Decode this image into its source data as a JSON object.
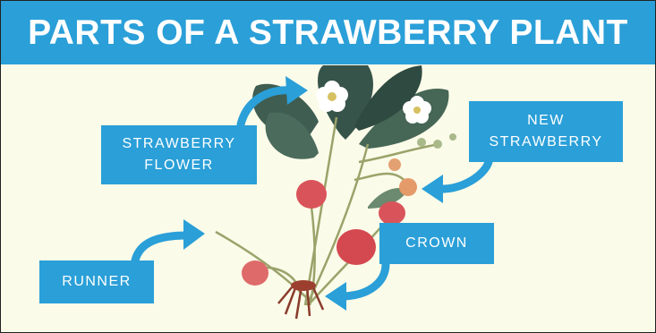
{
  "title": "PARTS OF A STRAWBERRY PLANT",
  "labels": {
    "flower": "STRAWBERRY\nFLOWER",
    "new_strawberry": "NEW\nSTRAWBERRY",
    "crown": "CROWN",
    "runner": "RUNNER"
  },
  "colors": {
    "title_bar": "#2a9fd8",
    "background": "#fbfbe9",
    "label_box": "#2a9fd8",
    "arrow": "#2a9fd8",
    "leaf": "#3d5a4e",
    "berry": "#d9545a",
    "stem": "#9aa36a",
    "flower_petal": "#ffffff",
    "roots": "#8a3a2a"
  }
}
